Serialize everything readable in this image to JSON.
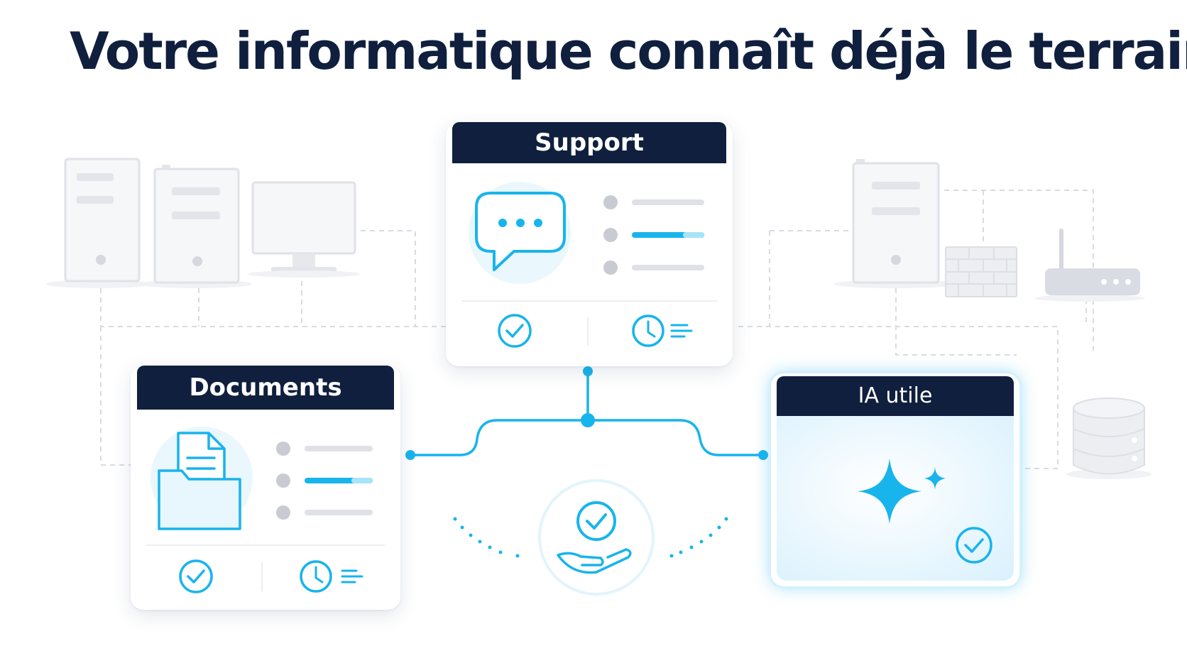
{
  "headline": "Votre informatique connaît déjà le terrain.",
  "cards": {
    "support": {
      "title": "Support"
    },
    "documents": {
      "title": "Documents"
    },
    "ia": {
      "title": "IA utile"
    }
  },
  "colors": {
    "navy": "#0f1f3d",
    "accent": "#18b4ec",
    "muted": "#c9cbd2",
    "background_devices": "#e9ebf0"
  },
  "icons": [
    "server-icon",
    "monitor-icon",
    "firewall-icon",
    "router-icon",
    "database-icon",
    "chat-bubble-icon",
    "folder-document-icon",
    "sparkle-icon",
    "check-circle-icon",
    "clock-list-icon",
    "hand-check-icon"
  ]
}
